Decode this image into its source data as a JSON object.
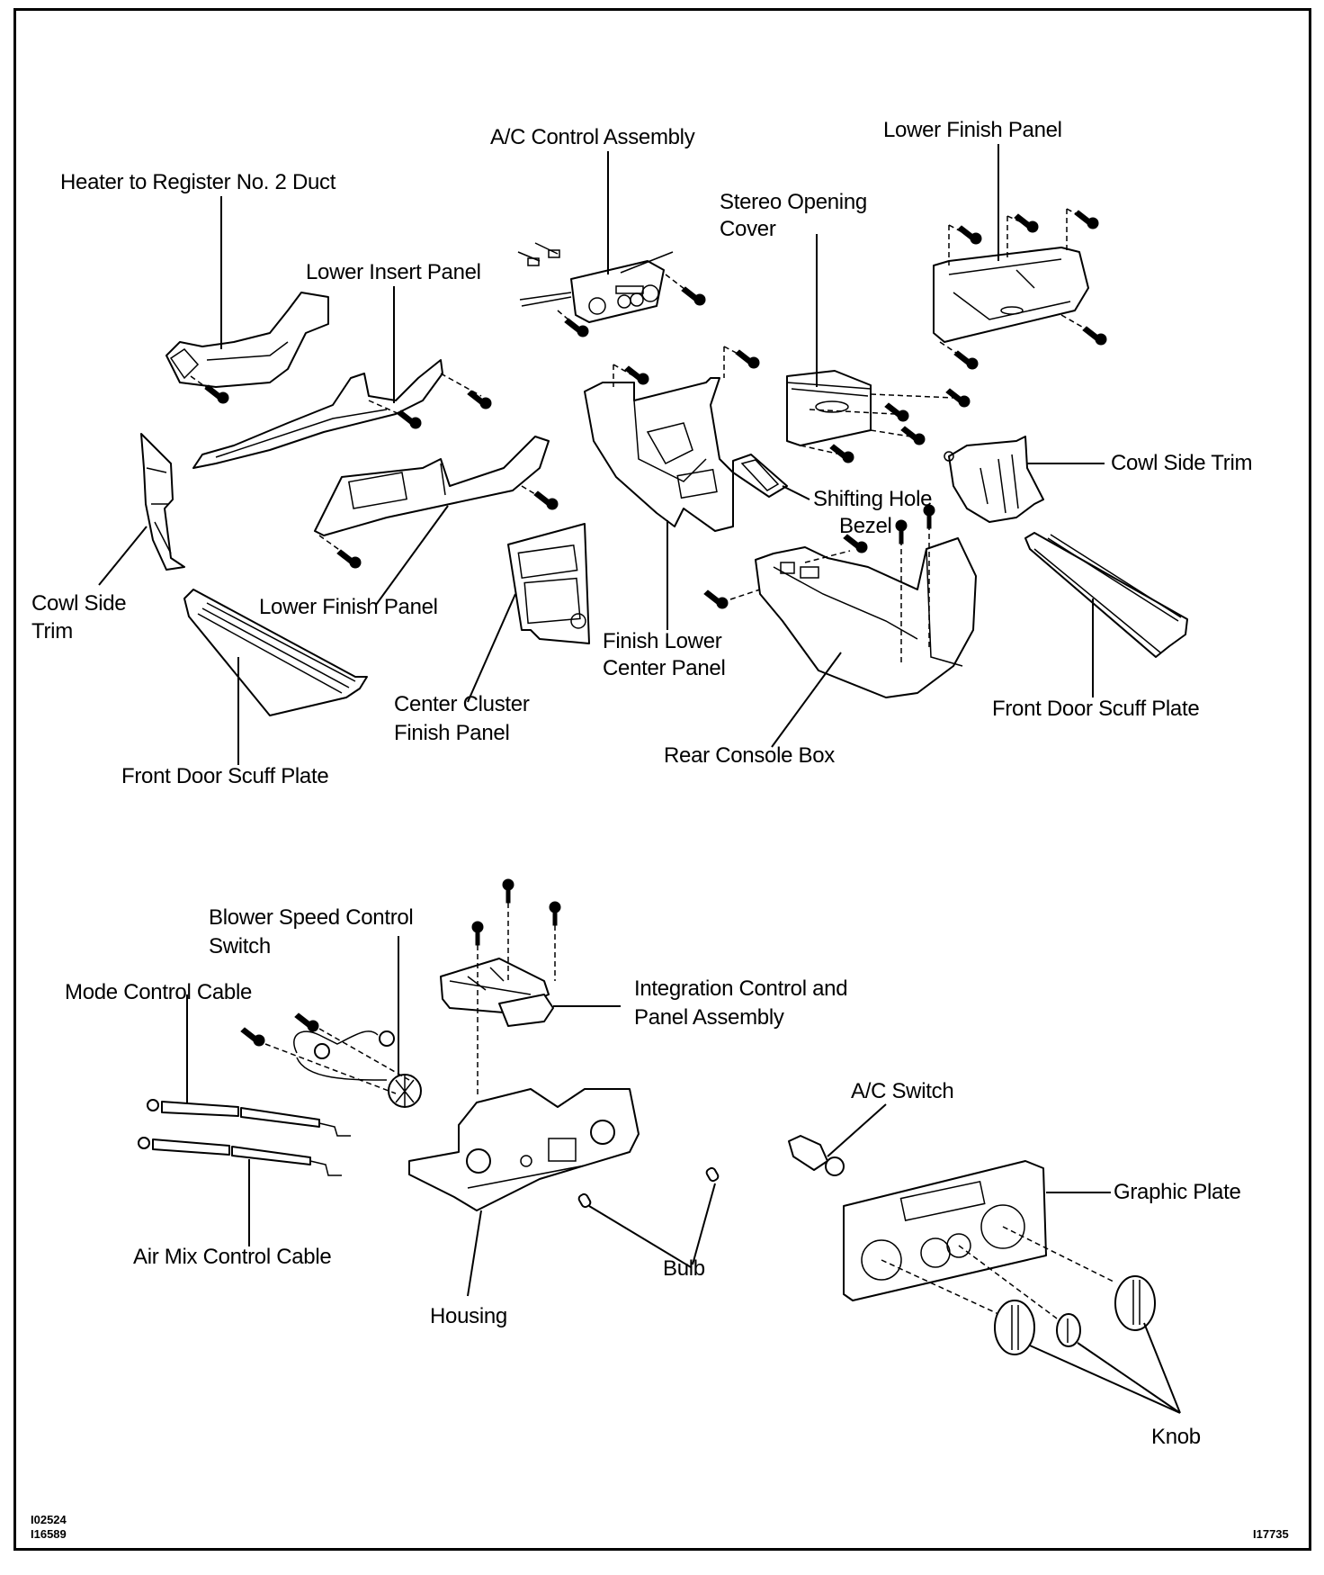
{
  "diagram": {
    "type": "exploded-parts-diagram",
    "subject": "Instrument panel lower trim and A/C control assembly components",
    "upper_section_labels": [
      {
        "id": "heater-duct",
        "text": "Heater to Register No. 2 Duct"
      },
      {
        "id": "ac-control-assembly",
        "text": "A/C Control Assembly"
      },
      {
        "id": "lower-finish-panel-right",
        "text": "Lower Finish Panel"
      },
      {
        "id": "stereo-opening-cover",
        "lines": [
          "Stereo  Opening",
          "Cover"
        ]
      },
      {
        "id": "lower-insert-panel",
        "text": "Lower Insert Panel"
      },
      {
        "id": "cowl-side-trim-right",
        "text": "Cowl Side Trim"
      },
      {
        "id": "shifting-hole-bezel",
        "lines": [
          "Shifting Hole",
          "Bezel"
        ]
      },
      {
        "id": "cowl-side-trim-left",
        "lines": [
          "Cowl Side",
          "Trim"
        ]
      },
      {
        "id": "lower-finish-panel-left",
        "text": "Lower Finish Panel"
      },
      {
        "id": "finish-lower-center-panel",
        "lines": [
          "Finish Lower",
          "Center Panel"
        ]
      },
      {
        "id": "center-cluster-finish-panel",
        "lines": [
          "Center  Cluster",
          "Finish Panel"
        ]
      },
      {
        "id": "front-door-scuff-plate-right",
        "text": "Front Door Scuff Plate"
      },
      {
        "id": "rear-console-box",
        "text": "Rear Console Box"
      },
      {
        "id": "front-door-scuff-plate-left",
        "text": "Front Door Scuff Plate"
      }
    ],
    "lower_section_labels": [
      {
        "id": "blower-speed-control-switch",
        "lines": [
          "Blower Speed Control",
          "Switch"
        ]
      },
      {
        "id": "mode-control-cable",
        "text": "Mode Control Cable"
      },
      {
        "id": "integration-control-panel",
        "lines": [
          "Integration Control and",
          "Panel Assembly"
        ]
      },
      {
        "id": "ac-switch",
        "text": "A/C Switch"
      },
      {
        "id": "graphic-plate",
        "text": "Graphic Plate"
      },
      {
        "id": "air-mix-control-cable",
        "text": "Air Mix Control Cable"
      },
      {
        "id": "bulb",
        "text": "Bulb"
      },
      {
        "id": "housing",
        "text": "Housing"
      },
      {
        "id": "knob",
        "text": "Knob"
      }
    ],
    "figure_codes": {
      "bottom_left": [
        "I02524",
        "I16589"
      ],
      "bottom_right": "I17735"
    }
  }
}
